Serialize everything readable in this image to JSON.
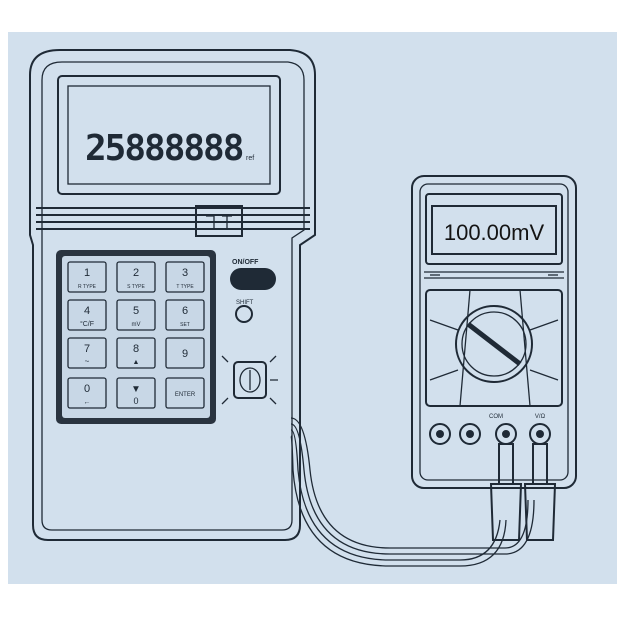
{
  "colors": {
    "background": "#d2e0ed",
    "outline": "#1f2a36",
    "page": "#ffffff"
  },
  "calibrator": {
    "display_text": "25888888",
    "display_unit": "ref",
    "on_off_label": "ON/OFF",
    "shift_label": "SHIFT",
    "keys": [
      {
        "num": "1",
        "sub": "R TYPE"
      },
      {
        "num": "2",
        "sub": "S TYPE"
      },
      {
        "num": "3",
        "sub": "T TYPE"
      },
      {
        "num": "4",
        "sub": "°C/F"
      },
      {
        "num": "5",
        "sub": "mV"
      },
      {
        "num": "6",
        "sub": "SET"
      },
      {
        "num": "7",
        "sub": "~"
      },
      {
        "num": "8",
        "sub": "▲"
      },
      {
        "num": "9",
        "sub": ""
      },
      {
        "num": "0",
        "sub": "←"
      },
      {
        "num": "▼",
        "sub": "0"
      },
      {
        "num": "ENTER",
        "sub": ""
      }
    ]
  },
  "meter": {
    "display_text": "100.00mV",
    "jack_labels": [
      "COM",
      "V/Ω"
    ]
  }
}
